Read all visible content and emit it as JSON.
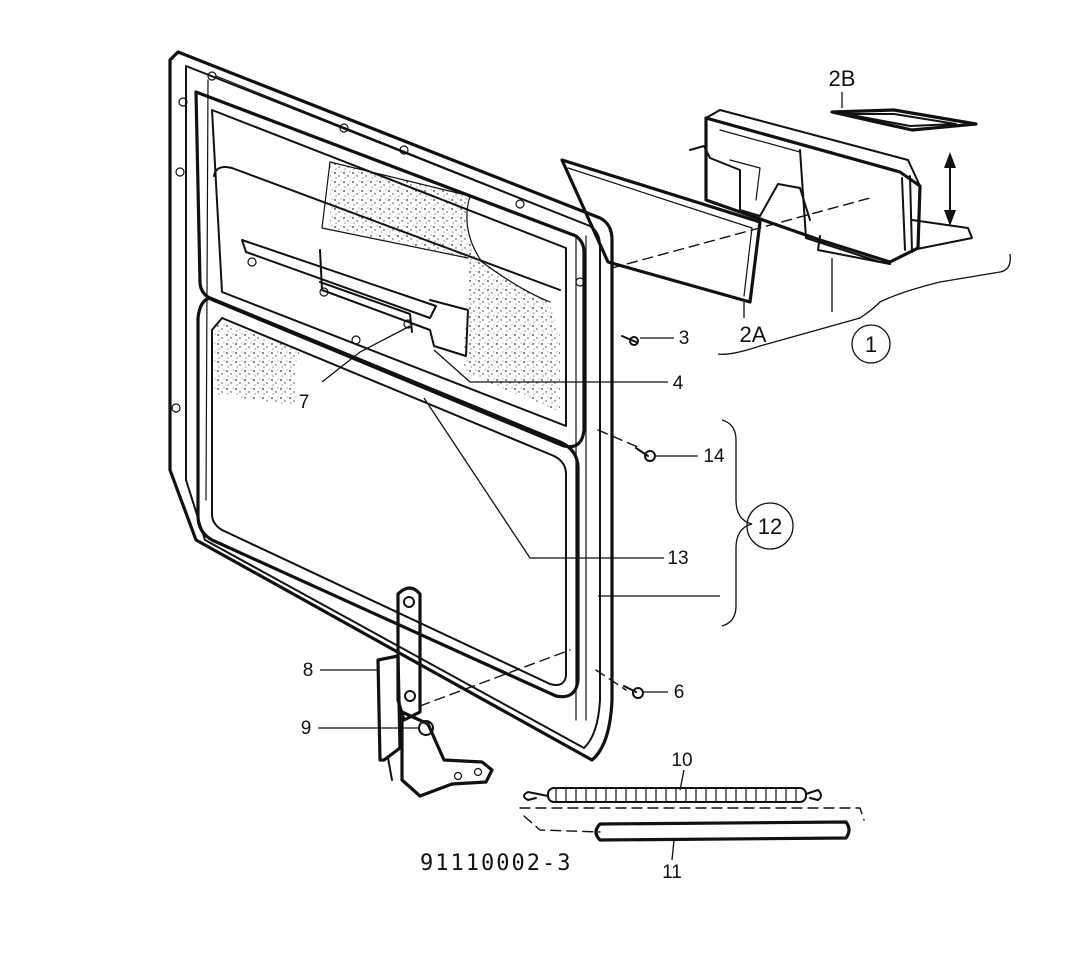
{
  "diagram": {
    "drawing_number": "91110002-3",
    "callouts": {
      "c1": "1",
      "c2A": "2A",
      "c2B": "2B",
      "c3": "3",
      "c4": "4",
      "c6": "6",
      "c7": "7",
      "c8": "8",
      "c9": "9",
      "c10": "10",
      "c11": "11",
      "c12": "12",
      "c13": "13",
      "c14": "14"
    }
  }
}
